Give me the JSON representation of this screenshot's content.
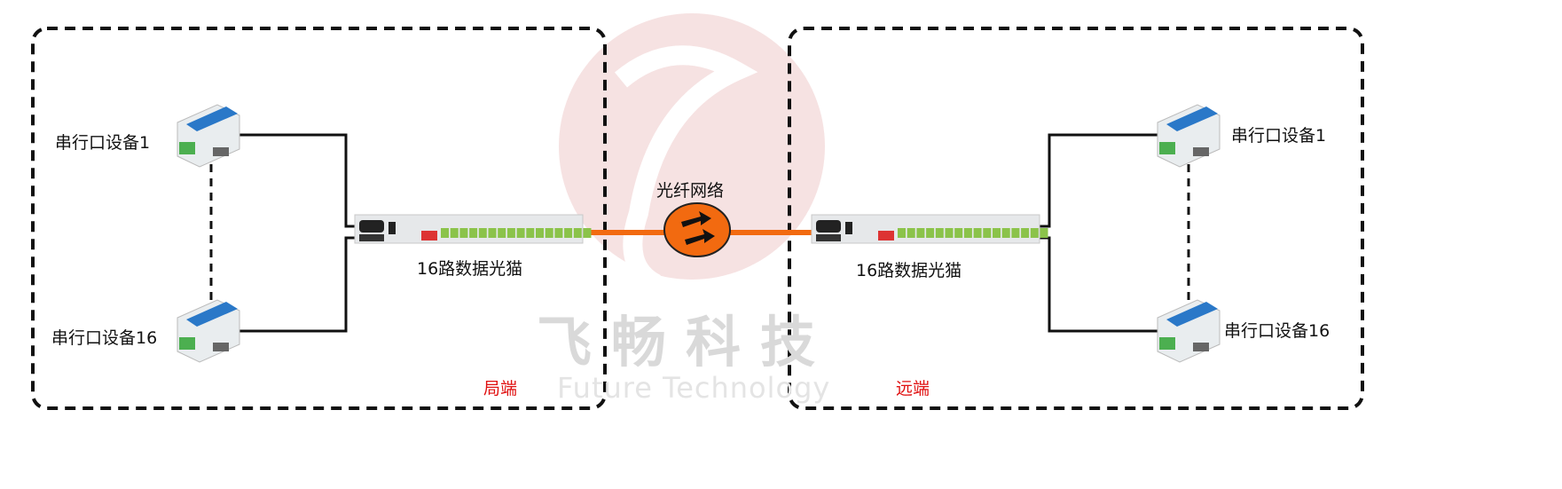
{
  "watermark": {
    "brand_cn": "飞畅科技",
    "brand_en": "Future Technology",
    "logo_color": "#f3d6d6"
  },
  "local": {
    "site_label": "局端",
    "device_top": "串行口设备1",
    "device_bottom": "串行口设备16",
    "modem": "16路数据光猫"
  },
  "remote": {
    "site_label": "远端",
    "device_top": "串行口设备1",
    "device_bottom": "串行口设备16",
    "modem": "16路数据光猫"
  },
  "network": {
    "label": "光纤网络",
    "icon": "network-arrows-icon",
    "color": "#f26a10"
  },
  "colors": {
    "fiber": "#f26a10",
    "site_label": "#e01010",
    "border": "#111111"
  }
}
